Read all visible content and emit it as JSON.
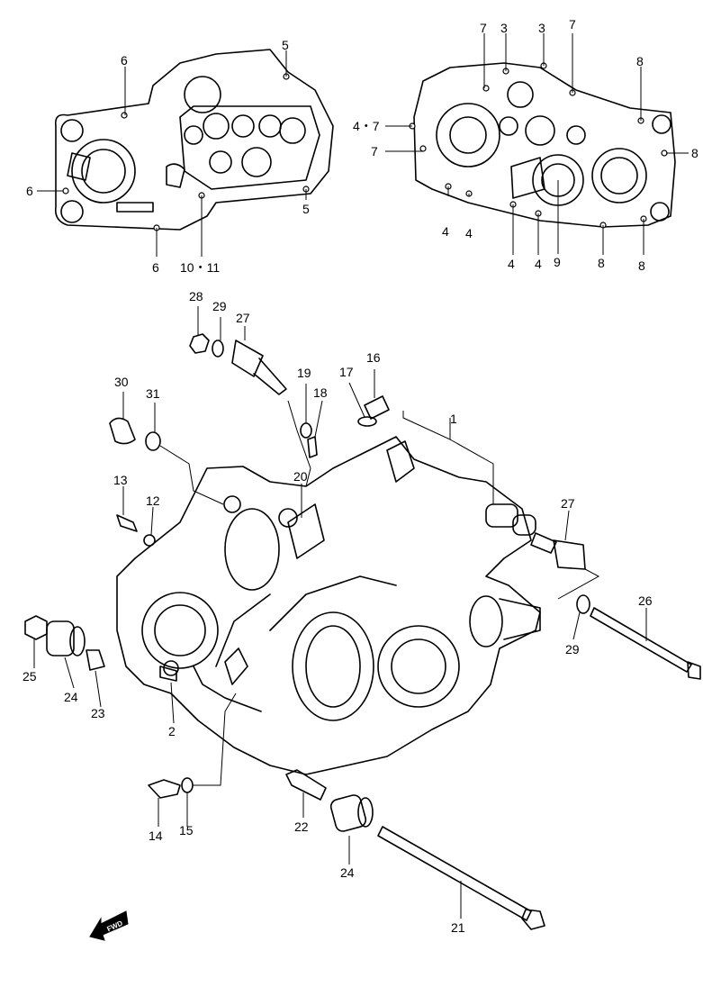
{
  "labels": {
    "l1": "1",
    "l2": "2",
    "l3a": "3",
    "l3b": "3",
    "l4a": "4",
    "l4b": "4",
    "l4c": "4",
    "l4d": "4",
    "l47": "4・7",
    "l5a": "5",
    "l5b": "5",
    "l6a": "6",
    "l6b": "6",
    "l6c": "6",
    "l7a": "7",
    "l7b": "7",
    "l7c": "7",
    "l8a": "8",
    "l8b": "8",
    "l8c": "8",
    "l8d": "8",
    "l9": "9",
    "l1011": "10・11",
    "l12": "12",
    "l13": "13",
    "l14": "14",
    "l15": "15",
    "l16": "16",
    "l17": "17",
    "l18": "18",
    "l19": "19",
    "l20": "20",
    "l21": "21",
    "l22": "22",
    "l23": "23",
    "l24a": "24",
    "l24b": "24",
    "l25": "25",
    "l26": "26",
    "l27a": "27",
    "l27b": "27",
    "l28": "28",
    "l29a": "29",
    "l29b": "29",
    "l30": "30",
    "l31": "31"
  },
  "fwd": "FWD"
}
